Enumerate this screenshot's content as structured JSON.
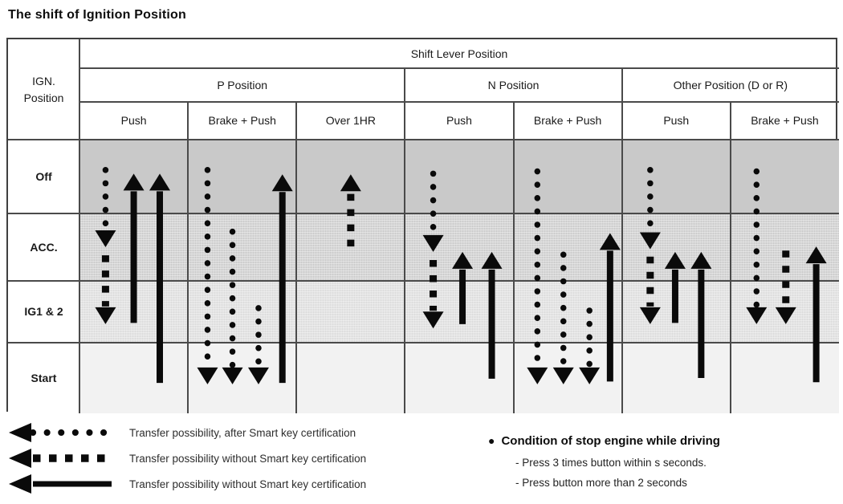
{
  "title": "The shift of Ignition Position",
  "table": {
    "corner_label": "IGN.\nPosition",
    "top_header": "Shift Lever Position",
    "groups": [
      {
        "label": "P Position",
        "cols": [
          "Push",
          "Brake + Push",
          "Over 1HR"
        ]
      },
      {
        "label": "N Position",
        "cols": [
          "Push",
          "Brake + Push"
        ]
      },
      {
        "label": "Other Position (D or R)",
        "cols": [
          "Push",
          "Brake + Push"
        ]
      }
    ],
    "rows": [
      "Off",
      "ACC.",
      "IG1 & 2",
      "Start"
    ],
    "columns_flat": [
      "P-Push",
      "P-Brake+Push",
      "P-Over 1HR",
      "N-Push",
      "N-Brake+Push",
      "Other-Push",
      "Other-Brake+Push"
    ]
  },
  "arrows": [
    {
      "col": 0,
      "fx": 0.24,
      "style": "dotted",
      "from": "Off",
      "to": "ACC.",
      "tail": 0.41,
      "tip": 1.5
    },
    {
      "col": 0,
      "fx": 0.24,
      "style": "dashed",
      "from": "ACC.",
      "to": "IG1 & 2",
      "tail": 1.62,
      "tip": 2.7
    },
    {
      "col": 0,
      "fx": 0.5,
      "style": "solid",
      "from": "IG1 & 2",
      "to": "Off",
      "tail": 2.68,
      "tip": 0.46
    },
    {
      "col": 0,
      "fx": 0.74,
      "style": "solid",
      "from": "Start",
      "to": "Off",
      "tail": 3.57,
      "tip": 0.46
    },
    {
      "col": 1,
      "fx": 0.18,
      "style": "dotted",
      "from": "Off",
      "to": "Start",
      "tail": 0.41,
      "tip": 3.59
    },
    {
      "col": 1,
      "fx": 0.41,
      "style": "dotted",
      "from": "ACC.",
      "to": "Start",
      "tail": 1.27,
      "tip": 3.59
    },
    {
      "col": 1,
      "fx": 0.65,
      "style": "dotted",
      "from": "IG1 & 2",
      "to": "Start",
      "tail": 2.44,
      "tip": 3.59
    },
    {
      "col": 1,
      "fx": 0.87,
      "style": "solid",
      "from": "Start",
      "to": "Off",
      "tail": 3.57,
      "tip": 0.47
    },
    {
      "col": 2,
      "fx": 0.5,
      "style": "dashed",
      "from": "ACC.",
      "to": "Off",
      "tail": 1.49,
      "tip": 0.47
    },
    {
      "col": 3,
      "fx": 0.26,
      "style": "dotted",
      "from": "Off",
      "to": "ACC.",
      "tail": 0.46,
      "tip": 1.57
    },
    {
      "col": 3,
      "fx": 0.26,
      "style": "dashed",
      "from": "ACC.",
      "to": "IG1 & 2",
      "tail": 1.69,
      "tip": 2.77
    },
    {
      "col": 3,
      "fx": 0.53,
      "style": "solid",
      "from": "IG1 & 2",
      "to": "ACC.",
      "tail": 2.7,
      "tip": 1.57
    },
    {
      "col": 3,
      "fx": 0.8,
      "style": "solid",
      "from": "Start",
      "to": "ACC.",
      "tail": 3.51,
      "tip": 1.57
    },
    {
      "col": 4,
      "fx": 0.22,
      "style": "dotted",
      "from": "Off",
      "to": "Start",
      "tail": 0.43,
      "tip": 3.59
    },
    {
      "col": 4,
      "fx": 0.46,
      "style": "dotted",
      "from": "ACC.",
      "to": "Start",
      "tail": 1.61,
      "tip": 3.59
    },
    {
      "col": 4,
      "fx": 0.7,
      "style": "dotted",
      "from": "IG1 & 2",
      "to": "Start",
      "tail": 2.48,
      "tip": 3.59
    },
    {
      "col": 4,
      "fx": 0.89,
      "style": "solid",
      "from": "Start",
      "to": "ACC.",
      "tail": 3.55,
      "tip": 1.29
    },
    {
      "col": 5,
      "fx": 0.26,
      "style": "dotted",
      "from": "Off",
      "to": "ACC.",
      "tail": 0.41,
      "tip": 1.53
    },
    {
      "col": 5,
      "fx": 0.26,
      "style": "dashed",
      "from": "ACC.",
      "to": "IG1 & 2",
      "tail": 1.64,
      "tip": 2.7
    },
    {
      "col": 5,
      "fx": 0.49,
      "style": "solid",
      "from": "IG1 & 2",
      "to": "ACC.",
      "tail": 2.68,
      "tip": 1.57
    },
    {
      "col": 5,
      "fx": 0.73,
      "style": "solid",
      "from": "Start",
      "to": "ACC.",
      "tail": 3.5,
      "tip": 1.57
    },
    {
      "col": 6,
      "fx": 0.24,
      "style": "dotted",
      "from": "Off",
      "to": "IG1 & 2",
      "tail": 0.43,
      "tip": 2.7
    },
    {
      "col": 6,
      "fx": 0.51,
      "style": "dashed",
      "from": "ACC.",
      "to": "IG1 & 2",
      "tail": 1.55,
      "tip": 2.7
    },
    {
      "col": 6,
      "fx": 0.79,
      "style": "solid",
      "from": "Start",
      "to": "ACC.",
      "tail": 3.56,
      "tip": 1.49
    }
  ],
  "legend": {
    "items": [
      {
        "style": "dotted",
        "label": "Transfer possibility, after Smart key certification"
      },
      {
        "style": "dashed",
        "label": "Transfer possibility without Smart key certification"
      },
      {
        "style": "solid",
        "label": "Transfer possibility without Smart key certification"
      }
    ],
    "note_bullet": "●",
    "note_title": "Condition of stop engine while driving",
    "notes": [
      "- Press 3 times button within s seconds.",
      "- Press button more than 2 seconds"
    ]
  }
}
